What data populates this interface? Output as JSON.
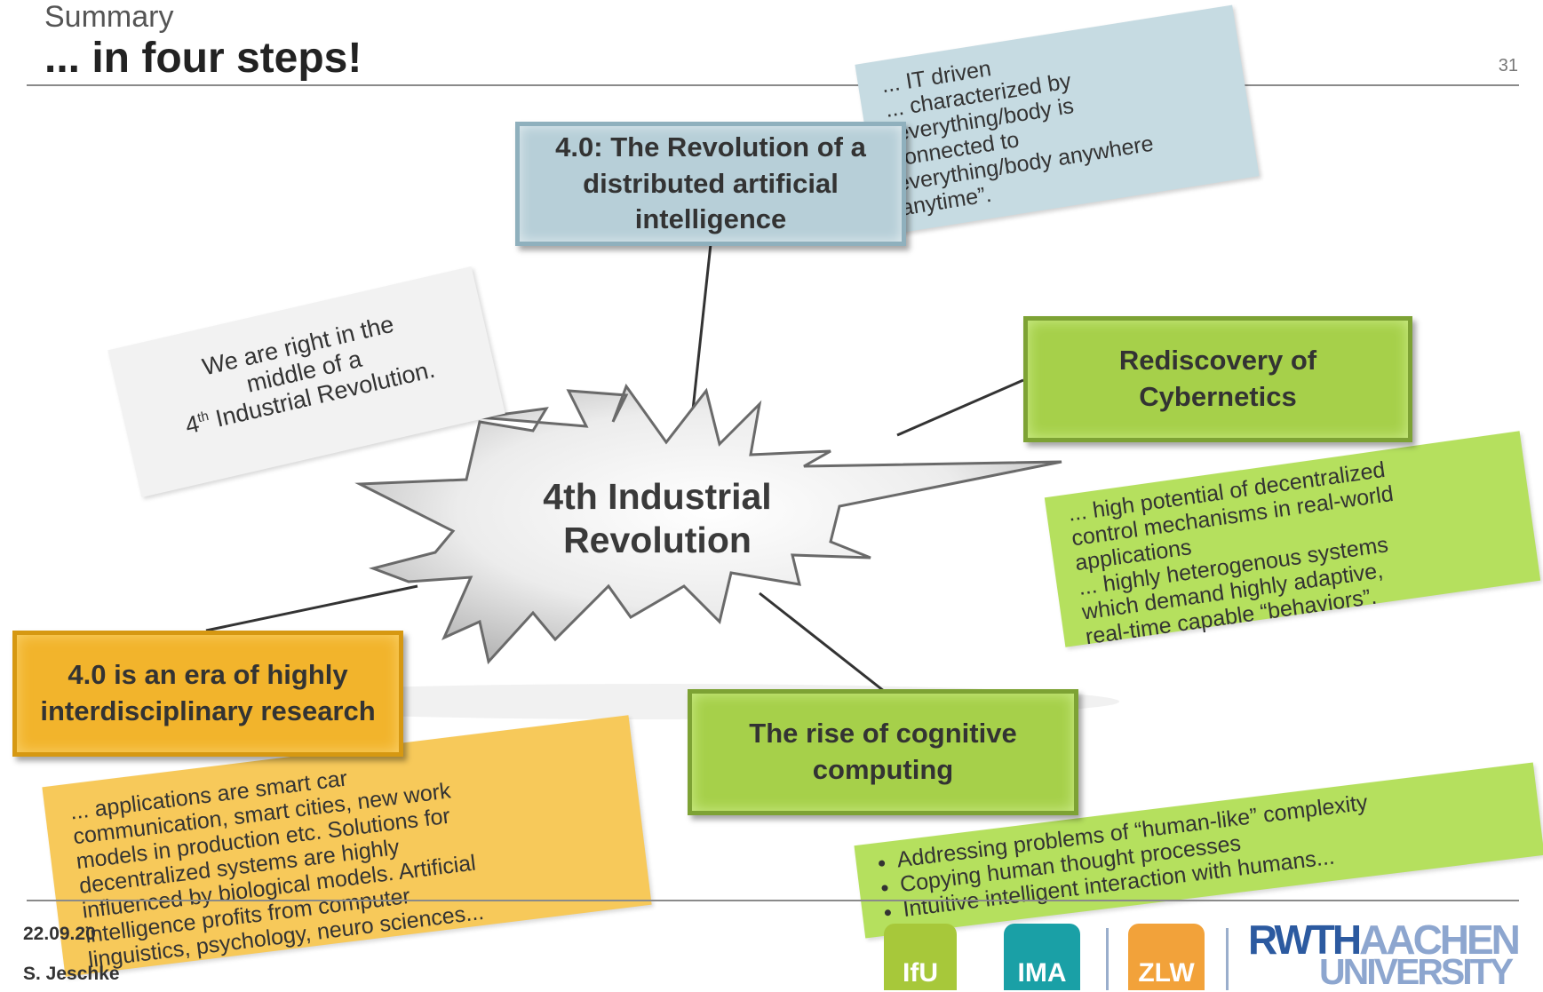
{
  "header": {
    "subtitle": "Summary",
    "title": "... in four steps!",
    "page_number": "31"
  },
  "center": {
    "label_line1": "4th Industrial",
    "label_line2": "Revolution"
  },
  "boxes": {
    "top": "4.0: The Revolution of a distributed artificial intelligence",
    "cybernetics": "Rediscovery of Cybernetics",
    "cognitive": "The rise of cognitive computing",
    "era": "4.0 is an era of highly interdisciplinary research"
  },
  "notes": {
    "it_driven": {
      "line1": "... IT driven",
      "line2": "... characterized by",
      "line3": "“everything/body is",
      "line4": "connected to",
      "line5": "everything/body anywhere",
      "line6": "anytime”."
    },
    "middle": {
      "line1": "We are right in the",
      "line2": "middle of a",
      "line3_num": "4",
      "line3_sup": "th",
      "line3_rest": " Industrial Revolution."
    },
    "cybernetics": {
      "line1": "... high potential of decentralized",
      "line2": "control mechanisms in real-world",
      "line3": "applications",
      "line4": "... highly heterogenous systems",
      "line5": "which demand highly adaptive,",
      "line6": "real-time capable “behaviors”."
    },
    "cognitive": {
      "items": [
        "Addressing problems of “human-like” complexity",
        "Copying human thought processes",
        "Intuitive intelligent interaction with humans..."
      ]
    },
    "applications": {
      "line1": "... applications are smart car",
      "line2": "communication, smart cities, new work",
      "line3": "models in production etc. Solutions for",
      "line4": "decentralized systems are highly",
      "line5": "influenced by biological models. Artificial",
      "line6": "intelligence profits from computer",
      "line7": "linguistics, psychology, neuro sciences..."
    }
  },
  "footer": {
    "date": "22.09.20",
    "author": "S. Jeschke"
  },
  "logos": {
    "ifu": "IfU",
    "ima": "IMA",
    "zlw": "ZLW",
    "rwth_dark": "RWTH",
    "rwth_light": "AACHEN",
    "university": "UNIVERSITY"
  }
}
